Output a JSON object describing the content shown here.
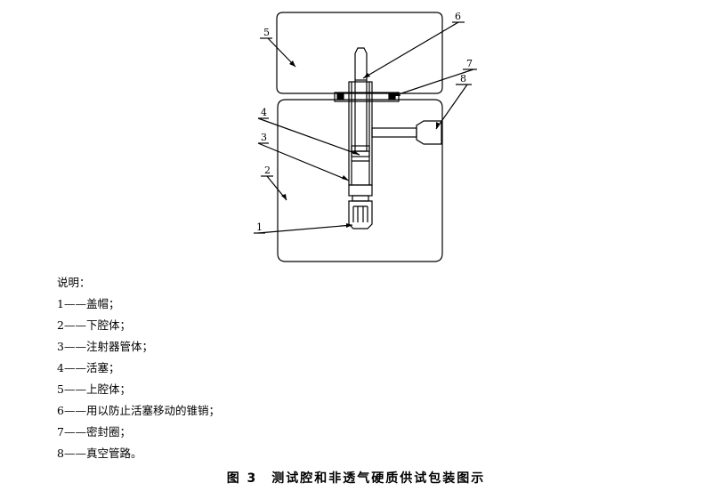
{
  "callouts": {
    "c1": "1",
    "c2": "2",
    "c3": "3",
    "c4": "4",
    "c5": "5",
    "c6": "6",
    "c7": "7",
    "c8": "8"
  },
  "legend": {
    "title": "说明：",
    "items": [
      "1——盖帽；",
      "2——下腔体；",
      "3——注射器管体；",
      "4——活塞；",
      "5——上腔体；",
      "6——用以防止活塞移动的锥销；",
      "7——密封圈；",
      "8——真空管路。"
    ]
  },
  "caption": "图 3　测试腔和非透气硬质供试包装图示"
}
